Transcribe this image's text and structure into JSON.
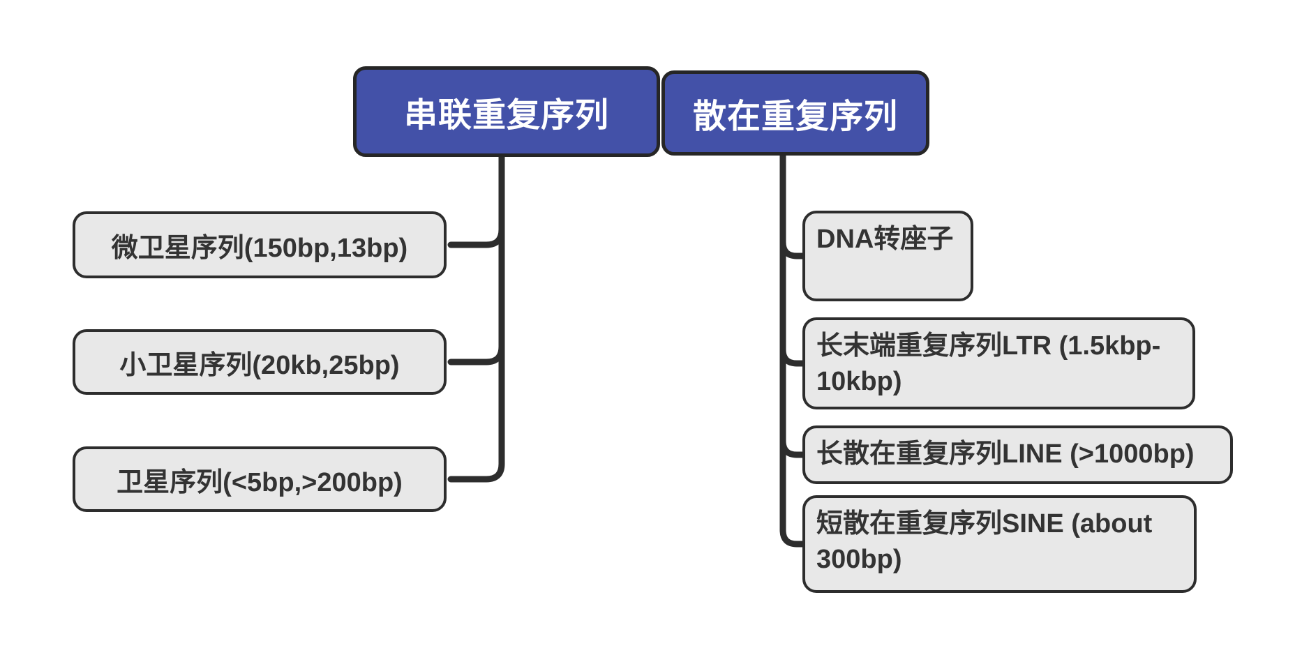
{
  "palette": {
    "background": "#ffffff",
    "root_fill": "#4351a8",
    "root_text": "#ffffff",
    "child_fill": "#e8e8e8",
    "child_text": "#333333",
    "outline_and_connector": "#2d2d2d"
  },
  "branches": [
    {
      "root": {
        "label": "串联重复序列"
      },
      "children": [
        {
          "label": "微卫星序列(150bp,13bp)"
        },
        {
          "label": "小卫星序列(20kb,25bp)"
        },
        {
          "label": "卫星序列(<5bp,>200bp)"
        }
      ]
    },
    {
      "root": {
        "label": "散在重复序列"
      },
      "children": [
        {
          "label": "DNA转座子"
        },
        {
          "label": "长末端重复序列LTR (1.5kbp-\n10kbp)"
        },
        {
          "label": "长散在重复序列LINE (>1000bp)"
        },
        {
          "label": "短散在重复序列SINE (about\n300bp)"
        }
      ]
    }
  ]
}
